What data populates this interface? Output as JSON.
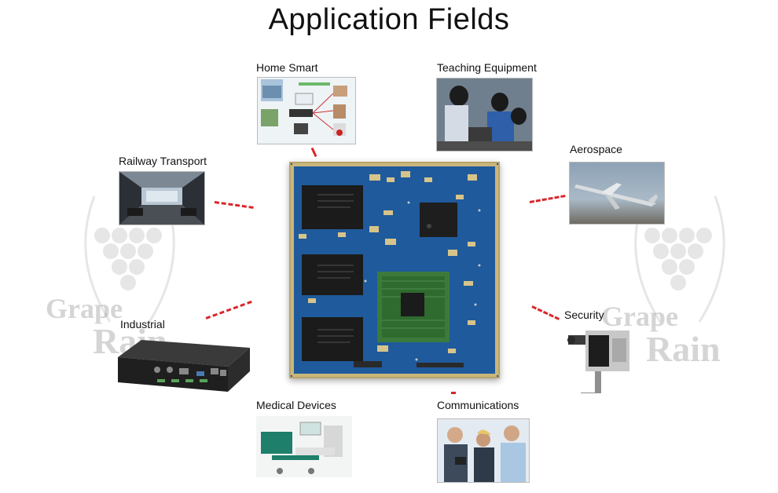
{
  "title": "Application Fields",
  "fields": {
    "home_smart": "Home Smart",
    "teaching_equipment": "Teaching Equipment",
    "railway_transport": "Railway Transport",
    "aerospace": "Aerospace",
    "industrial": "Industrial",
    "security": "Security",
    "medical_devices": "Medical Devices",
    "communications": "Communications"
  },
  "watermark": {
    "line1": "Grape",
    "line2": "Rain"
  },
  "colors": {
    "connector": "#d9262b",
    "board": "#1f5a9c"
  }
}
